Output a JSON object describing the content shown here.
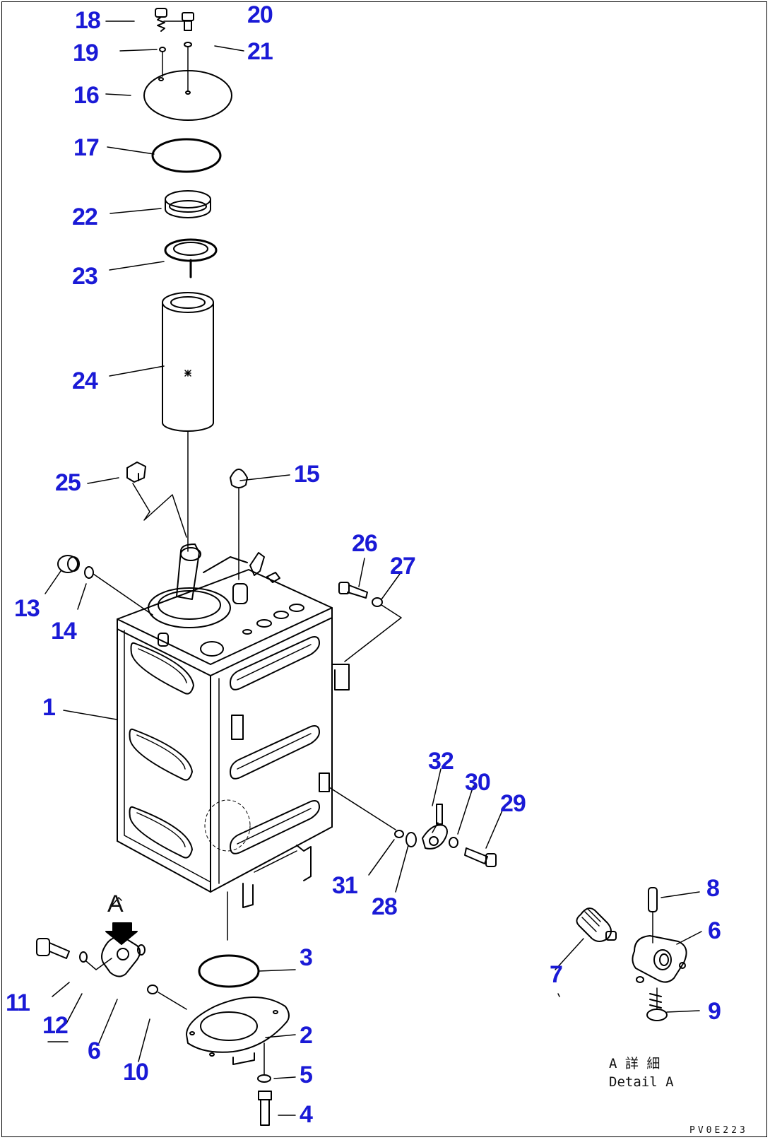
{
  "callouts": {
    "n18": "18",
    "n20": "20",
    "n19": "19",
    "n21": "21",
    "n16": "16",
    "n17": "17",
    "n22": "22",
    "n23": "23",
    "n24": "24",
    "n25": "25",
    "n15": "15",
    "n26": "26",
    "n27": "27",
    "n13": "13",
    "n14": "14",
    "n1": "1",
    "n32": "32",
    "n30": "30",
    "n29": "29",
    "n31": "31",
    "n28": "28",
    "n8": "8",
    "n6a": "6",
    "n7": "7",
    "n3": "3",
    "n11": "11",
    "n12": "12",
    "n6b": "6",
    "n10": "10",
    "n2": "2",
    "n9": "9",
    "n5": "5",
    "n4": "4"
  },
  "view_arrow_label": "A",
  "detail_caption_jp": "A 詳 細",
  "detail_caption_en": "Detail A",
  "drawing_code": "PV0E223"
}
